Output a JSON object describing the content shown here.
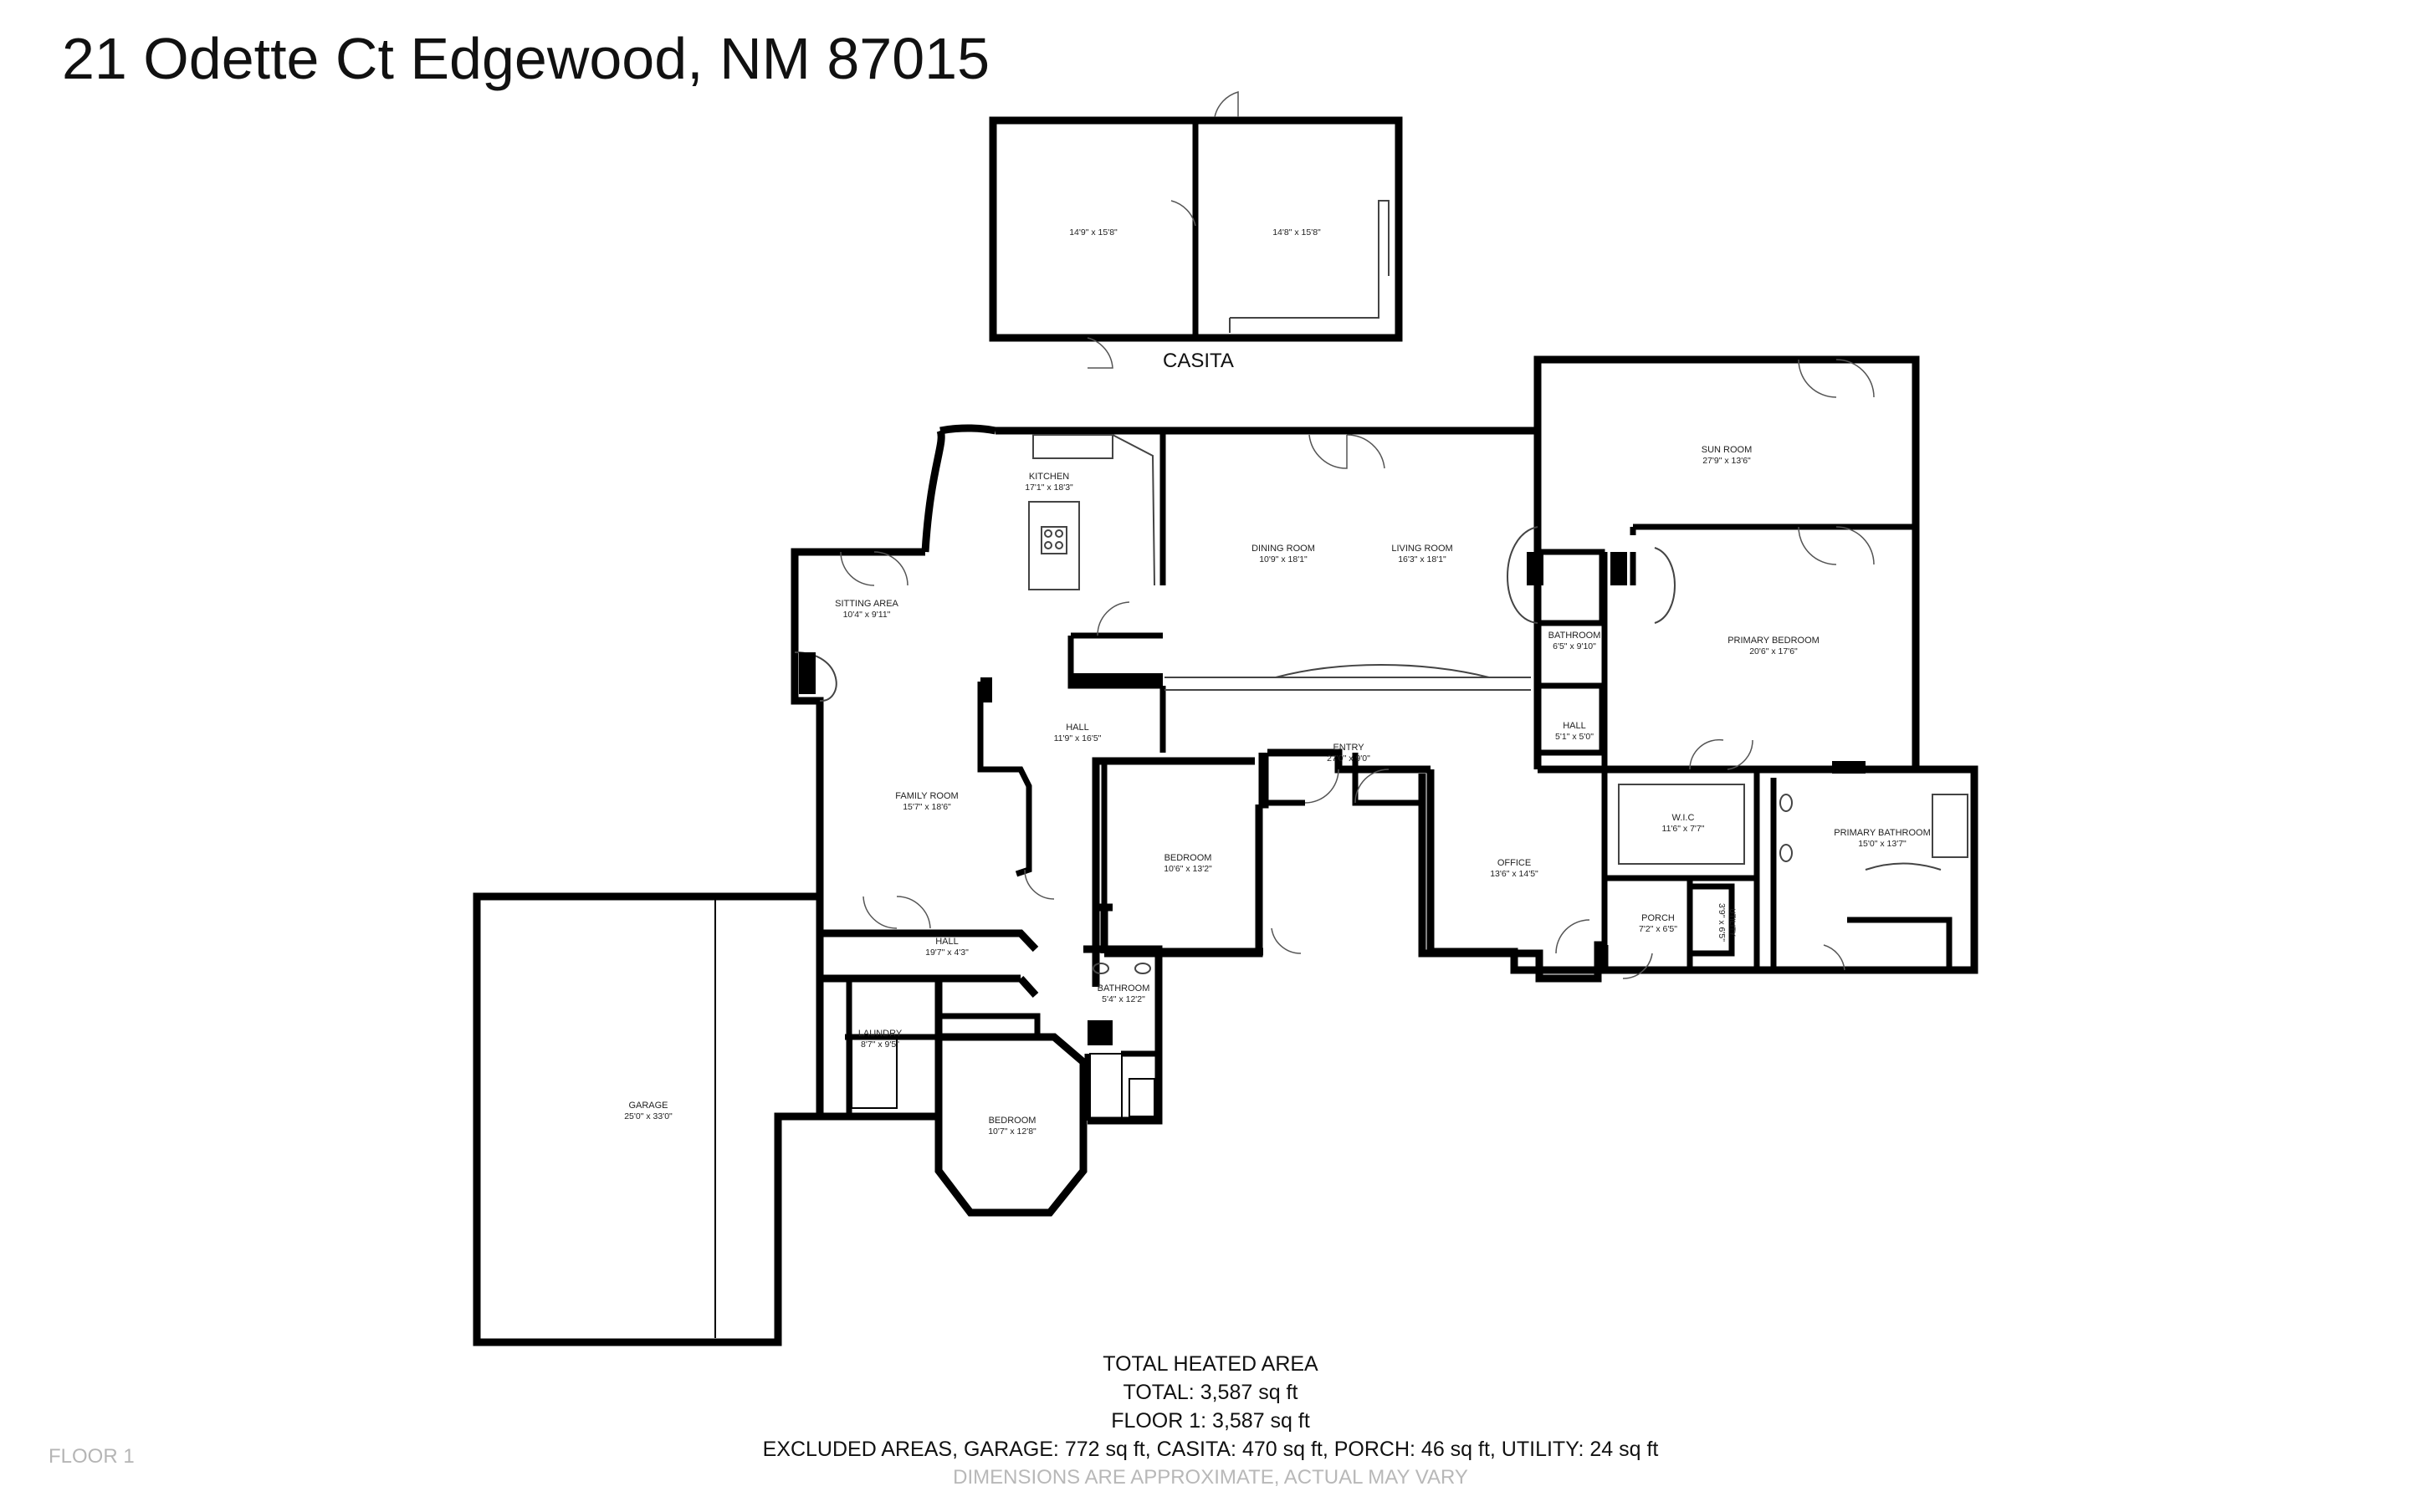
{
  "title": "21 Odette Ct Edgewood, NM 87015",
  "casita_label": "CASITA",
  "floor_label": "FLOOR 1",
  "summary": {
    "heading": "TOTAL HEATED AREA",
    "total": "TOTAL:  3,587  sq ft",
    "floor1": "FLOOR 1: 3,587 sq ft",
    "excluded": "EXCLUDED AREAS, GARAGE: 772 sq ft, CASITA: 470  sq ft, PORCH: 46 sq  ft, UTILITY: 24 sq ft",
    "disclaimer": "DIMENSIONS ARE APPROXIMATE,  ACTUAL MAY VARY"
  },
  "rooms": {
    "casita_left": {
      "name": "",
      "dim": "14'9\" x 15'8\""
    },
    "casita_right": {
      "name": "",
      "dim": "14'8\" x 15'8\""
    },
    "kitchen": {
      "name": "KITCHEN",
      "dim": "17'1\" x 18'3\""
    },
    "sitting": {
      "name": "SITTING AREA",
      "dim": "10'4\" x 9'11\""
    },
    "dining": {
      "name": "DINING ROOM",
      "dim": "10'9\" x 18'1\""
    },
    "living": {
      "name": "LIVING ROOM",
      "dim": "16'3\" x 18'1\""
    },
    "sunroom": {
      "name": "SUN ROOM",
      "dim": "27'9\" x 13'6\""
    },
    "bath1": {
      "name": "BATHROOM",
      "dim": "6'5\" x 9'10\""
    },
    "primary_bed": {
      "name": "PRIMARY BEDROOM",
      "dim": "20'6\" x 17'6\""
    },
    "hall_main": {
      "name": "HALL",
      "dim": "11'9\" x 16'5\""
    },
    "entry": {
      "name": "ENTRY",
      "dim": "27'0\" x 9'0\""
    },
    "hall_small": {
      "name": "HALL",
      "dim": "5'1\" x 5'0\""
    },
    "family": {
      "name": "FAMILY ROOM",
      "dim": "15'7\" x 18'6\""
    },
    "bedroom1": {
      "name": "BEDROOM",
      "dim": "10'6\" x 13'2\""
    },
    "office": {
      "name": "OFFICE",
      "dim": "13'6\" x 14'5\""
    },
    "wic": {
      "name": "W.I.C",
      "dim": "11'6\" x 7'7\""
    },
    "primary_bath": {
      "name": "PRIMARY BATHROOM",
      "dim": "15'0\" x 13'7\""
    },
    "porch": {
      "name": "PORCH",
      "dim": "7'2\" x 6'5\""
    },
    "utility": {
      "name": "UTILITY",
      "dim": "3'9\" x 6'5\""
    },
    "hall_lower": {
      "name": "HALL",
      "dim": "19'7\" x 4'3\""
    },
    "bath2": {
      "name": "BATHROOM",
      "dim": "5'4\" x 12'2\""
    },
    "laundry": {
      "name": "LAUNDRY",
      "dim": "8'7\" x 9'5\""
    },
    "garage": {
      "name": "GARAGE",
      "dim": "25'0\" x 33'0\""
    },
    "bedroom2": {
      "name": "BEDROOM",
      "dim": "10'7\" x 12'8\""
    }
  },
  "colors": {
    "wall": "#000000",
    "thin": "#555555",
    "text": "#222222",
    "muted": "#b5b5b5"
  }
}
